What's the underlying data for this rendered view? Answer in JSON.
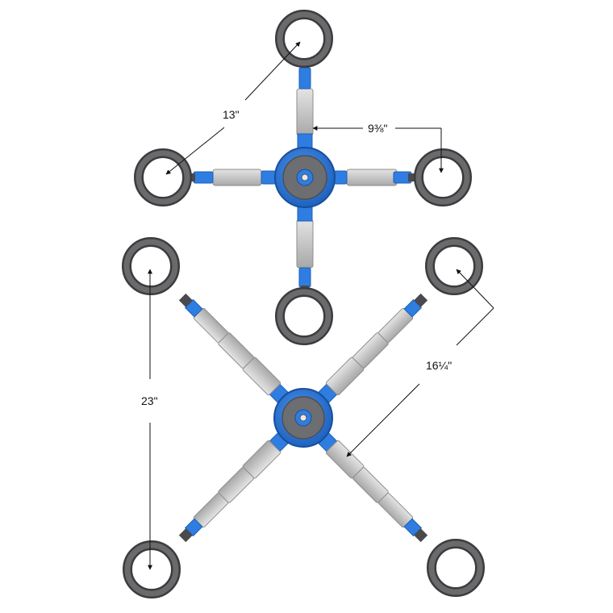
{
  "dimensions": {
    "diag_small": "13\"",
    "arm_small": "9⅜\"",
    "height_large": "23\"",
    "arm_large": "16¼\""
  },
  "colors": {
    "ring": "#5a5a5c",
    "ring_dark": "#3c3c3e",
    "tube": "#c8c8c8",
    "tube_dark": "#9a9a9a",
    "hub_blue": "#2f7de0",
    "hub_blue_dark": "#1c5fb8",
    "hub_gray": "#6d6e71",
    "line": "#111111"
  }
}
